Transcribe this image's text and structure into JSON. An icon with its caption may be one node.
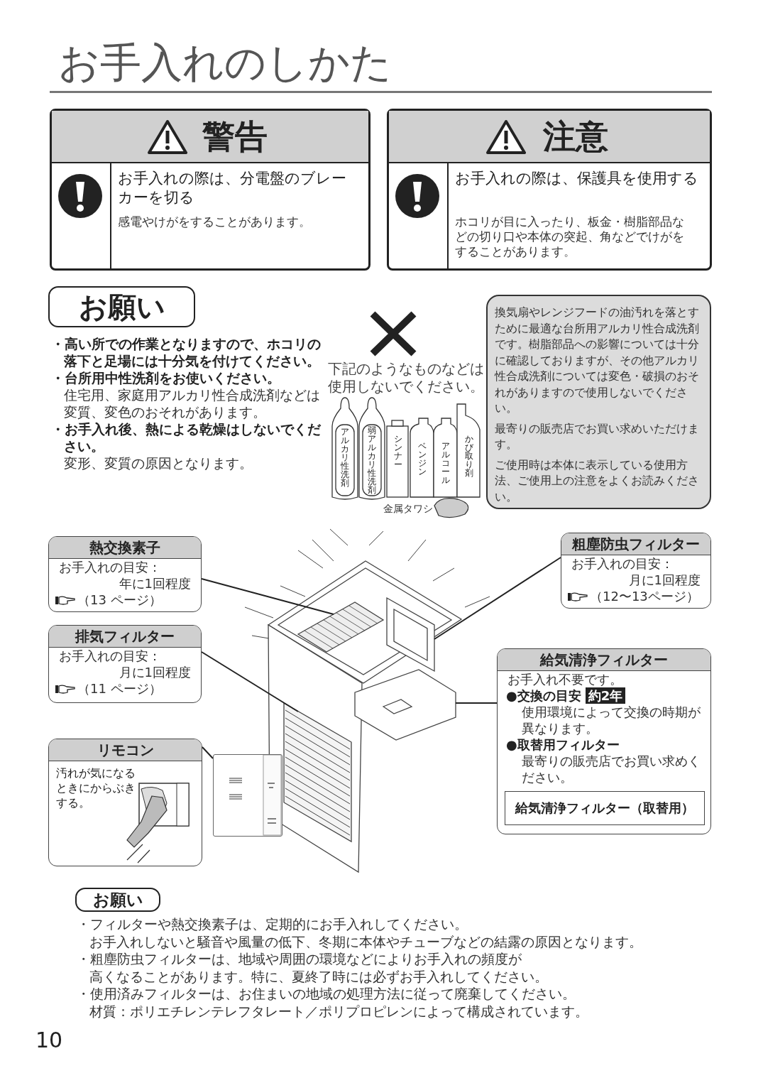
{
  "diagram": {
    "title": "お手入れのしかた",
    "nodes": [
      {
        "text": [
          "警告",
          "お手入れの際は、分電盤のブレーカーを切る",
          "感電やけがをすることがあります。"
        ]
      },
      {
        "text": [
          "注意",
          "お手入れの際は、保護具を使用する",
          "ホコリが目に入ったり、板金・樹脂部品などの切り口や本体の突起、角などでけがをすることがあります。"
        ]
      },
      {
        "text": [
          "お願い"
        ]
      },
      {
        "text": [
          "換気扇やレンジフードの油汚れを落とすために最適な台所用アルカリ性合成洗剤です。樹脂部品への影響については十分に確認しておりますが、その他アルカリ性合成洗剤については変色・破損のおそれがありますので使用しないでください。",
          "最寄りの販売店でお買い求めいただけます。",
          "ご使用時は本体に表示している使用方法、ご使用上の注意をよくお読みください。"
        ]
      },
      {
        "text": [
          "熱交換素子",
          "お手入れの目安：",
          "年に1回程度",
          "（13 ページ）"
        ]
      },
      {
        "text": [
          "粗塵防虫フィルター",
          "お手入れの目安：",
          "月に1回程度",
          "（12〜13ページ）"
        ]
      },
      {
        "text": [
          "排気フィルター",
          "お手入れの目安：",
          "月に1回程度",
          "（11 ページ）"
        ]
      },
      {
        "text": [
          "給気清浄フィルター",
          "お手入れ不要です。",
          "●交換の目安",
          "約2年",
          "使用環境によって交換の時期が異なります。",
          "●取替用フィルター",
          "最寄りの販売店でお買い求めください。"
        ]
      },
      {
        "text": [
          "給気清浄フィルター（取替用）"
        ],
        "in": 7
      },
      {
        "text": [
          "リモコン",
          "汚れが気になるときにからぶきする。"
        ]
      },
      {
        "text": [],
        "shape": "picture"
      },
      {
        "text": [
          "お願い"
        ]
      },
      {
        "text": [],
        "shape": "picture"
      },
      {
        "text": [],
        "shape": "picture"
      },
      {
        "text": [],
        "shape": "picture"
      },
      {
        "text": [],
        "shape": "picture"
      }
    ],
    "edges": [
      {
        "from": 4,
        "to": 12,
        "arrow": "none"
      },
      {
        "from": 5,
        "to": 13,
        "arrow": "none"
      },
      {
        "from": 6,
        "to": 14,
        "arrow": "none"
      },
      {
        "from": 7,
        "to": 15,
        "arrow": "none"
      },
      {
        "from": 9,
        "to": 10,
        "arrow": "none"
      }
    ],
    "labels": [
      "・高い所での作業となりますので、ホコリの落下と足場には十分気を付けてください。",
      "・台所用中性洗剤をお使いください。",
      "住宅用、家庭用アルカリ性合成洗剤などは変質、変色のおそれがあります。",
      "・お手入れ後、熱による乾燥はしないでください。",
      "変形、変質の原因となります。",
      "下記のようなものなどは使用しないでください。",
      "アルカリ性洗剤",
      "弱アルカリ性洗剤",
      "シンナー",
      "ベンジン",
      "アルコール",
      "かび取り剤",
      "金属タワシ",
      "・フィルターや熱交換素子は、定期的にお手入れしてください。",
      "お手入れしないと騒音や風量の低下、冬期に本体やチューブなどの結露の原因となります。",
      "・粗塵防虫フィルターは、地域や周囲の環境などによりお手入れの頻度が",
      "高くなることがあります。特に、夏終了時には必ずお手入れしてください。",
      "・使用済みフィルターは、お住まいの地域の処理方法に従って廃棄してください。",
      "材質：ポリエチレンテレフタレート／ポリプロピレンによって構成されています。",
      "10"
    ]
  }
}
